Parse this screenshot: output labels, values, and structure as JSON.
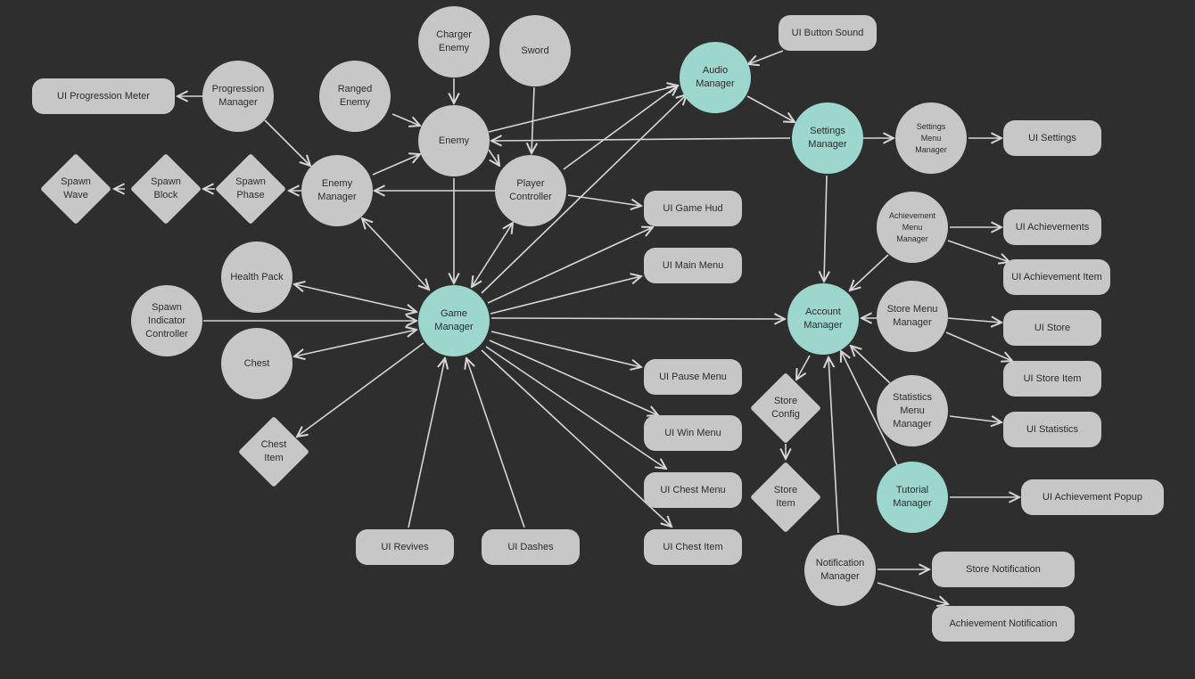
{
  "colors": {
    "background": "#2e2e2e",
    "node": "#c7c7c7",
    "accent": "#9dd6cc",
    "edge": "#d6d6d6",
    "text": "#2b2b2b"
  },
  "nodes": {
    "ui_progression_meter": "UI Progression Meter",
    "progression_manager": "Progression\nManager",
    "ranged_enemy": "Ranged\nEnemy",
    "charger_enemy": "Charger\nEnemy",
    "sword": "Sword",
    "enemy": "Enemy",
    "spawn_wave": "Spawn\nWave",
    "spawn_block": "Spawn\nBlock",
    "spawn_phase": "Spawn\nPhase",
    "enemy_manager": "Enemy\nManager",
    "player_controller": "Player\nController",
    "health_pack": "Health Pack",
    "spawn_indicator_controller": "Spawn\nIndicator\nController",
    "chest": "Chest",
    "chest_item": "Chest\nItem",
    "game_manager": "Game\nManager",
    "ui_revives": "UI Revives",
    "ui_dashes": "UI Dashes",
    "ui_game_hud": "UI Game Hud",
    "ui_main_menu": "UI Main Menu",
    "ui_pause_menu": "UI Pause Menu",
    "ui_win_menu": "UI Win Menu",
    "ui_chest_menu": "UI Chest Menu",
    "ui_chest_item": "UI Chest Item",
    "ui_button_sound": "UI Button Sound",
    "audio_manager": "Audio\nManager",
    "settings_manager": "Settings\nManager",
    "settings_menu_manager": "Settings\nMenu\nManager",
    "ui_settings": "UI Settings",
    "achievement_menu_manager": "Achievement\nMenu\nManager",
    "ui_achievements": "UI Achievements",
    "ui_achievement_item": "UI Achievement Item",
    "account_manager": "Account\nManager",
    "store_menu_manager": "Store Menu\nManager",
    "ui_store": "UI Store",
    "ui_store_item": "UI Store Item",
    "store_config": "Store\nConfig",
    "store_item": "Store\nItem",
    "statistics_menu_manager": "Statistics\nMenu\nManager",
    "ui_statistics": "UI Statistics",
    "tutorial_manager": "Tutorial\nManager",
    "ui_achievement_popup": "UI Achievement Popup",
    "notification_manager": "Notification\nManager",
    "store_notification": "Store Notification",
    "achievement_notification": "Achievement Notification"
  }
}
